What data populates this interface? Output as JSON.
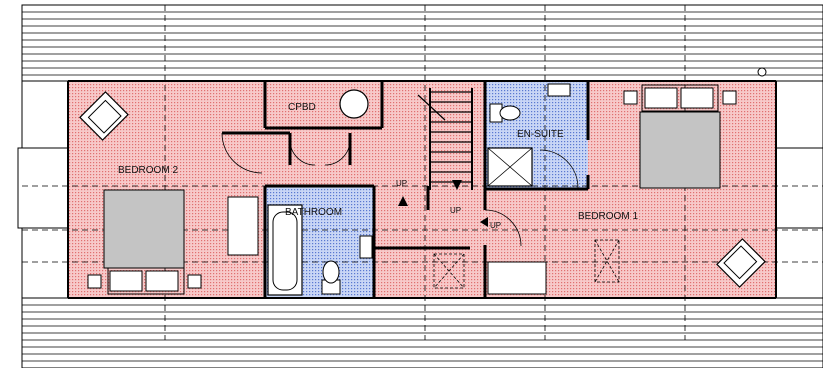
{
  "plan": {
    "rooms": {
      "bedroom2": "BEDROOM 2",
      "bedroom1": "BEDROOM 1",
      "bathroom": "BATHROOM",
      "ensuite": "EN-SUITE",
      "cpbd": "CPBD"
    },
    "stair_labels": [
      "UP",
      "UP",
      "UP"
    ]
  },
  "colors": {
    "bedroom_fill": "#f4b8b8",
    "wet_room_fill": "#b8c8f0",
    "bed_fill": "#c8c8c8",
    "wall": "#000000"
  }
}
